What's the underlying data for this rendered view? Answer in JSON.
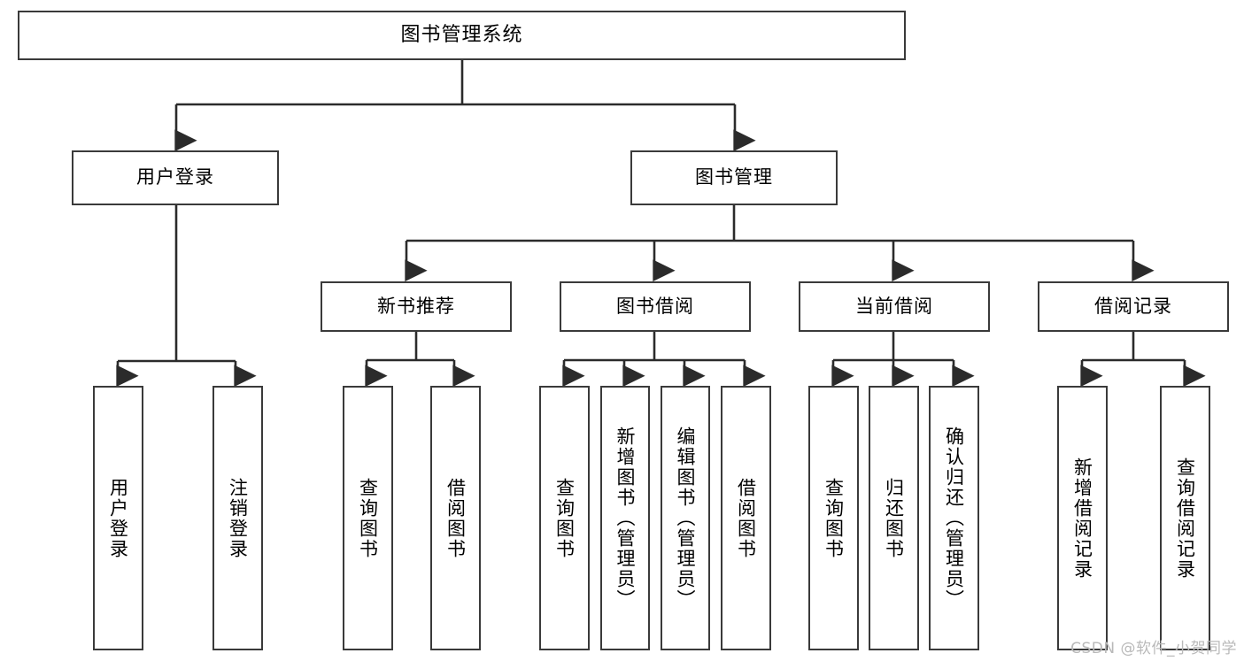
{
  "diagram": {
    "title": "图书管理系统",
    "type": "tree",
    "root": {
      "label": "图书管理系统"
    },
    "level2": [
      {
        "label": "用户登录"
      },
      {
        "label": "图书管理"
      }
    ],
    "level3": [
      {
        "label": "新书推荐"
      },
      {
        "label": "图书借阅"
      },
      {
        "label": "当前借阅"
      },
      {
        "label": "借阅记录"
      }
    ],
    "leaves": {
      "user_login": [
        {
          "label": "用户登录"
        },
        {
          "label": "注销登录"
        }
      ],
      "new_book": [
        {
          "label": "查询图书"
        },
        {
          "label": "借阅图书"
        }
      ],
      "borrow_book": [
        {
          "label": "查询图书"
        },
        {
          "label": "新增图书（管理员）"
        },
        {
          "label": "编辑图书（管理员）"
        },
        {
          "label": "借阅图书"
        }
      ],
      "current_borrow": [
        {
          "label": "查询图书"
        },
        {
          "label": "归还图书"
        },
        {
          "label": "确认归还（管理员）"
        }
      ],
      "borrow_record": [
        {
          "label": "新增借阅记录"
        },
        {
          "label": "查询借阅记录"
        }
      ]
    }
  },
  "watermark": {
    "text": "CSDN @软件_小贺同学"
  },
  "colors": {
    "box_border": "#3a3a3a",
    "connector": "#2b2b2b",
    "background": "#ffffff",
    "watermark": "#b9b9b9"
  }
}
